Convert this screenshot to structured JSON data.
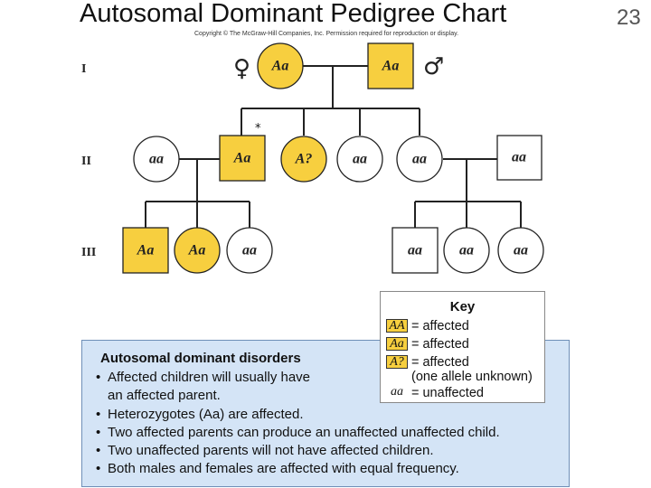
{
  "title": "Autosomal Dominant Pedigree Chart",
  "slide_number": "23",
  "copyright": "Copyright © The McGraw-Hill Companies, Inc. Permission required for reproduction or display.",
  "generations": [
    "I",
    "II",
    "III"
  ],
  "sex_symbols": {
    "female": "♀",
    "male": "♂"
  },
  "star": "*",
  "colors": {
    "affected": "#f7cf3f",
    "unaffected": "#ffffff",
    "line": "#222222",
    "info_bg": "#d4e4f6"
  },
  "individuals": {
    "g1": [
      {
        "sex": "female",
        "genotype": "Aa",
        "affected": true
      },
      {
        "sex": "male",
        "genotype": "Aa",
        "affected": true
      }
    ],
    "g2": [
      {
        "sex": "female",
        "genotype": "aa",
        "affected": false
      },
      {
        "sex": "male",
        "genotype": "Aa",
        "affected": true
      },
      {
        "sex": "female",
        "genotype": "A?",
        "affected": true
      },
      {
        "sex": "female",
        "genotype": "aa",
        "affected": false
      },
      {
        "sex": "female",
        "genotype": "aa",
        "affected": false
      },
      {
        "sex": "male",
        "genotype": "aa",
        "affected": false
      }
    ],
    "g3": [
      {
        "sex": "male",
        "genotype": "Aa",
        "affected": true
      },
      {
        "sex": "female",
        "genotype": "Aa",
        "affected": true
      },
      {
        "sex": "female",
        "genotype": "aa",
        "affected": false
      },
      {
        "sex": "male",
        "genotype": "aa",
        "affected": false
      },
      {
        "sex": "female",
        "genotype": "aa",
        "affected": false
      },
      {
        "sex": "female",
        "genotype": "aa",
        "affected": false
      }
    ]
  },
  "key": {
    "title": "Key",
    "rows": [
      {
        "symbol": "AA",
        "label": "= affected",
        "affected": true
      },
      {
        "symbol": "Aa",
        "label": "= affected",
        "affected": true
      },
      {
        "symbol": "A?",
        "label": "= affected",
        "affected": true
      },
      {
        "symbol": "aa",
        "label": "= unaffected",
        "affected": false
      }
    ],
    "note": "(one allele unknown)"
  },
  "info": {
    "title": "Autosomal dominant disorders",
    "bullet": "•",
    "items": [
      "Affected children will usually have\nan affected parent.",
      "Heterozygotes (Aa) are affected.",
      "Two affected parents can produce an unaffected unaffected child.",
      "Two unaffected parents will not have affected children.",
      "Both males and females are affected with equal frequency."
    ]
  }
}
